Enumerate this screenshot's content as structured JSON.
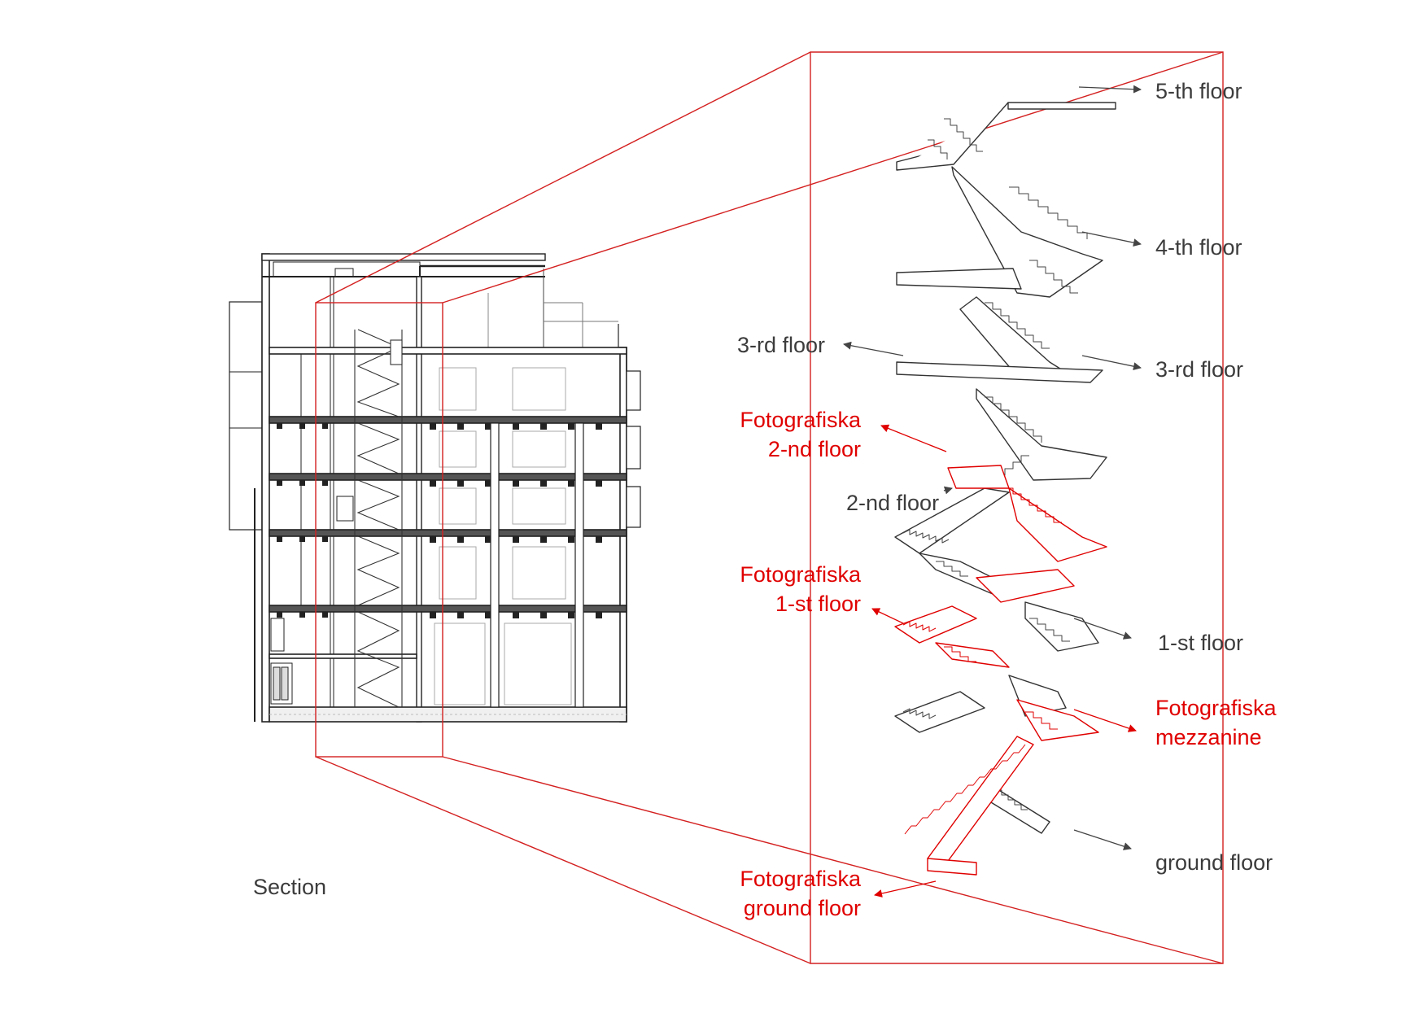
{
  "section_label": "Section",
  "floors": {
    "fifth": "5-th floor",
    "fourth": "4-th floor",
    "third_left": "3-rd floor",
    "third_right": "3-rd floor",
    "second": "2-nd floor",
    "first": "1-st floor",
    "ground": "ground floor"
  },
  "fotografiska": {
    "second": [
      "Fotografiska",
      "2-nd floor"
    ],
    "first": [
      "Fotografiska",
      "1-st floor"
    ],
    "mezzanine": [
      "Fotografiska",
      "mezzanine"
    ],
    "ground": [
      "Fotografiska",
      "ground floor"
    ]
  },
  "colors": {
    "highlight": "#e00000",
    "line": "#333333",
    "label": "#3c3c3c",
    "frame": "#d42020"
  }
}
